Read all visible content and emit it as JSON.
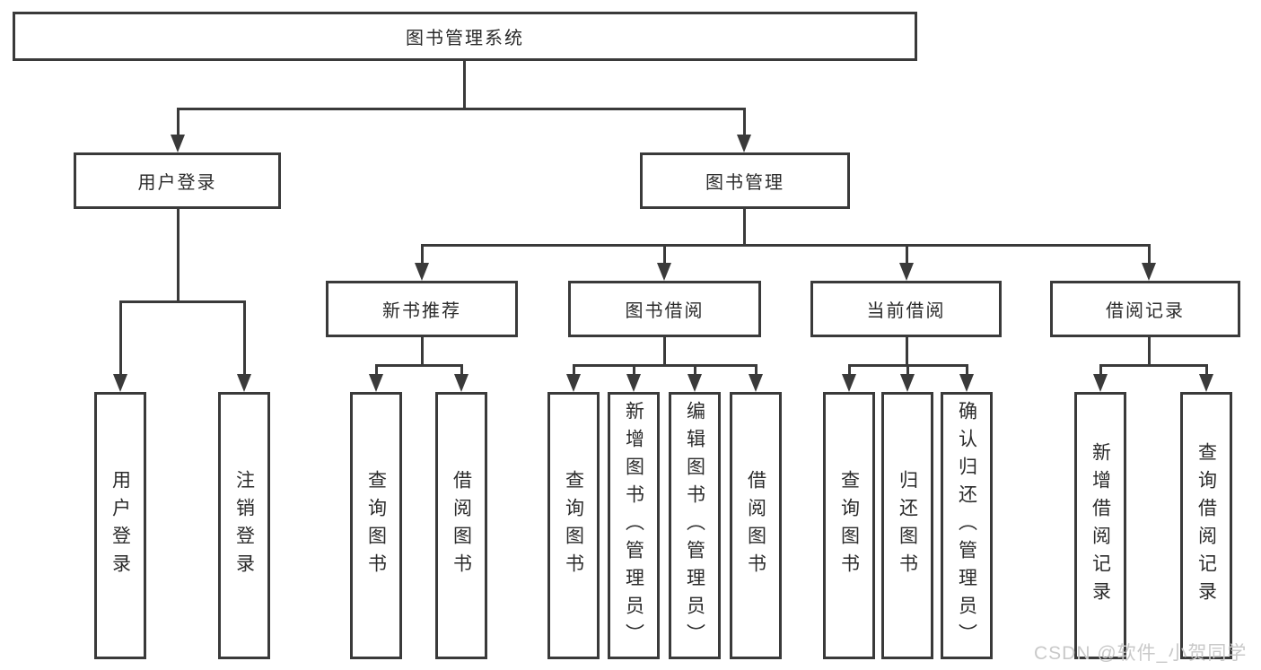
{
  "tree": {
    "root": {
      "label": "图书管理系统"
    },
    "branches": [
      {
        "label": "用户登录",
        "children": [
          {
            "label": "用户登录"
          },
          {
            "label": "注销登录"
          }
        ]
      },
      {
        "label": "图书管理",
        "groups": [
          {
            "label": "新书推荐",
            "children": [
              {
                "label": "查询图书"
              },
              {
                "label": "借阅图书"
              }
            ]
          },
          {
            "label": "图书借阅",
            "children": [
              {
                "label": "查询图书"
              },
              {
                "label": "新增图书（管理员）"
              },
              {
                "label": "编辑图书（管理员）"
              },
              {
                "label": "借阅图书"
              }
            ]
          },
          {
            "label": "当前借阅",
            "children": [
              {
                "label": "查询图书"
              },
              {
                "label": "归还图书"
              },
              {
                "label": "确认归还（管理员）"
              }
            ]
          },
          {
            "label": "借阅记录",
            "children": [
              {
                "label": "新增借阅记录"
              },
              {
                "label": "查询借阅记录"
              }
            ]
          }
        ]
      }
    ]
  },
  "watermark": "CSDN @软件_小贺同学",
  "colors": {
    "line": "#3a3a3a",
    "text": "#2b2b2b",
    "background": "#ffffff",
    "watermark": "#c9c9c9"
  }
}
